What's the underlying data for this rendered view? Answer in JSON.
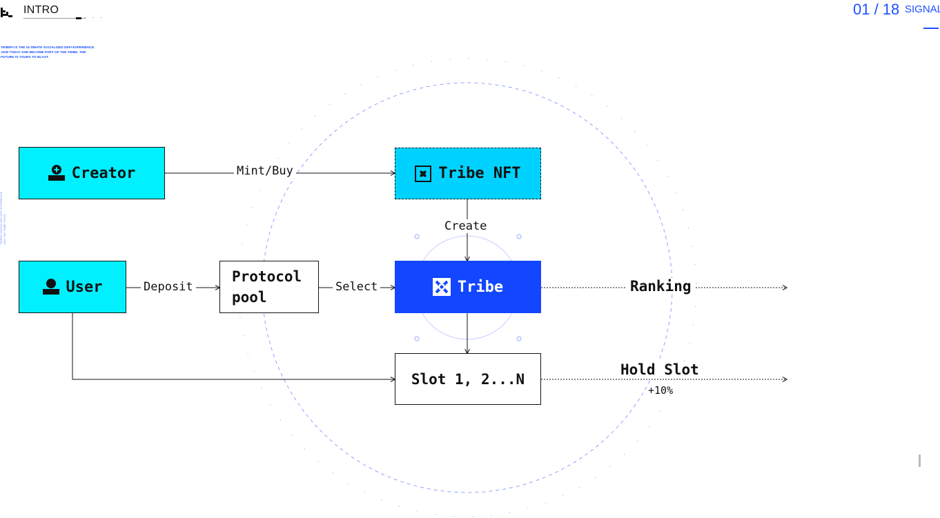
{
  "header": {
    "section": "INTRO",
    "dots": "· · ·",
    "page_counter": "01 / 18",
    "signal_link": "SIGNAL",
    "intro_text": "TRIBEFI IS THE ULTIMATE SOCIALIZED DEFI EXPERIENCE. JOIN TODAY AND BECOME PART OF THE TRIBE. THE FUTURE IS YOURS TO BLAST.",
    "side_text": "TRIBEFI SOCIALIZED DEFI EXPERIENCE JOIN THE TRIBE TODAY"
  },
  "diagram": {
    "creator": "Creator",
    "tribe_nft": "Tribe NFT",
    "user": "User",
    "protocol_pool": "Protocol pool",
    "tribe": "Tribe",
    "slots": "Slot 1, 2...N",
    "edges": {
      "mint_buy": "Mint/Buy",
      "create": "Create",
      "deposit": "Deposit",
      "select": "Select"
    },
    "outputs": {
      "ranking": "Ranking",
      "hold_slot": "Hold Slot",
      "hold_bonus": "+10%"
    }
  },
  "colors": {
    "accent_blue": "#1246ff",
    "cyan": "#00f0ff",
    "nft_cyan": "#00d2ff",
    "text_blue": "#1b4fff"
  },
  "icons": [
    "tribefi-logo-icon",
    "person-add-icon",
    "person-icon",
    "nft-icon",
    "tribe-icon"
  ]
}
